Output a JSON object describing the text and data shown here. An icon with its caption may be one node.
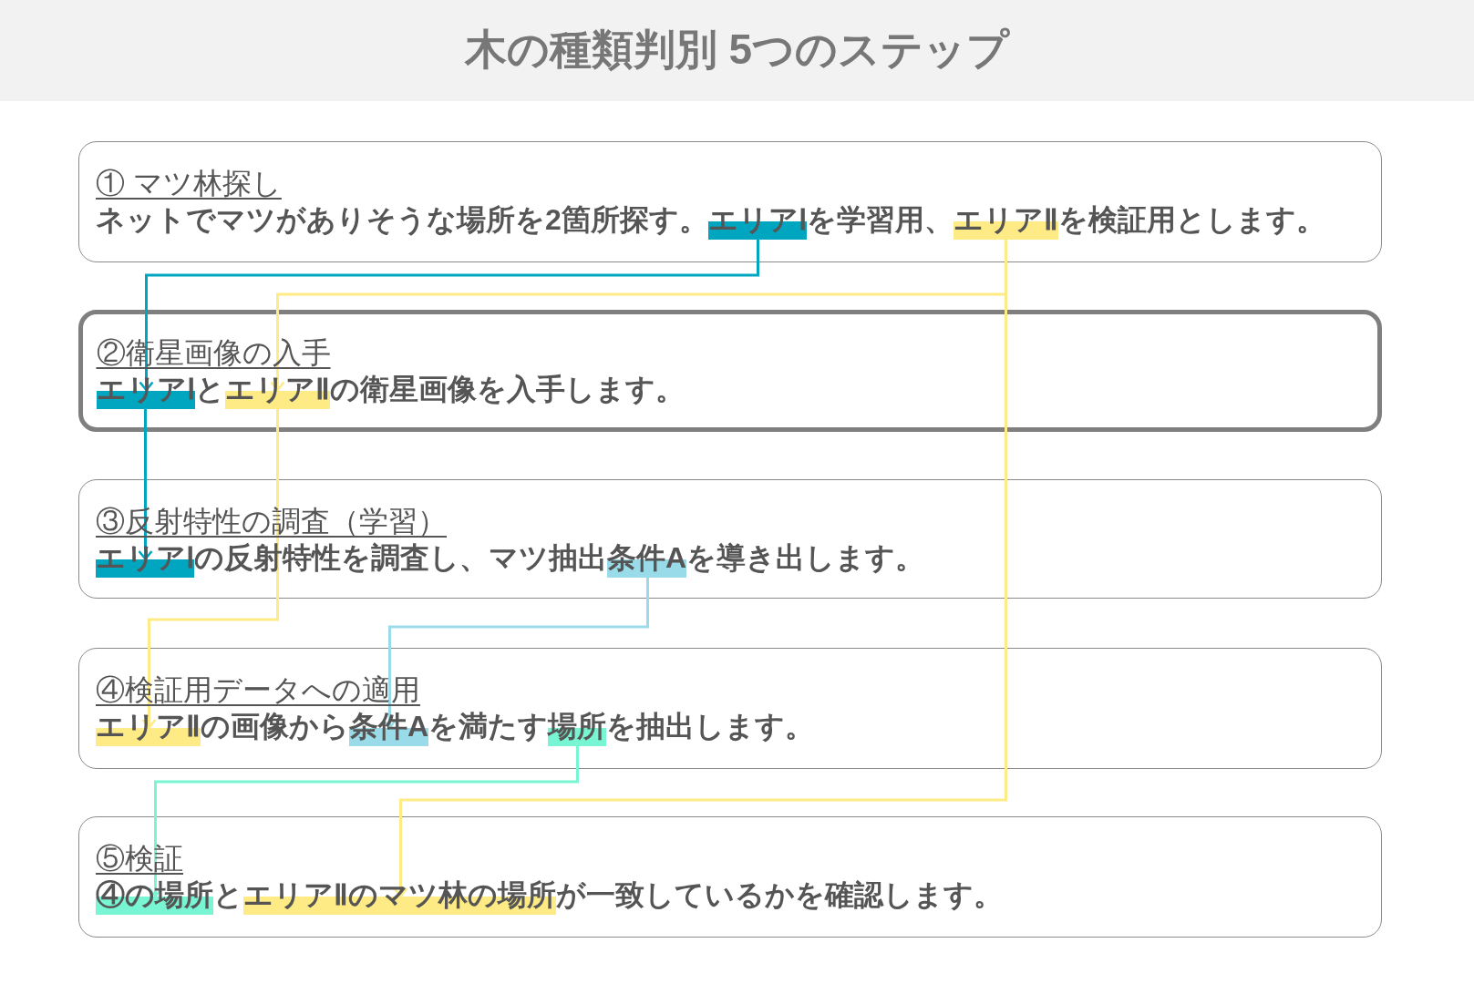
{
  "diagram": {
    "title": "木の種類判別 5つのステップ",
    "nodes": [
      {
        "text": [
          "① マツ林探し",
          "ネットでマツがありそうな場所を2箇所探す。エリアⅠを学習用、エリアⅡを検証用とします。"
        ]
      },
      {
        "text": [],
        "shape": "bar",
        "in": 0
      },
      {
        "text": [],
        "shape": "bar",
        "in": 0
      },
      {
        "text": [
          "②衛星画像の入手",
          "エリアⅠとエリアⅡの衛星画像を入手します。"
        ]
      },
      {
        "text": [],
        "shape": "bar",
        "in": 3
      },
      {
        "text": [],
        "shape": "bar",
        "in": 3
      },
      {
        "text": [
          "③反射特性の調査（学習）",
          "エリアⅠの反射特性を調査し、マツ抽出条件Aを導き出します。"
        ]
      },
      {
        "text": [],
        "shape": "bar",
        "in": 6
      },
      {
        "text": [],
        "shape": "bar",
        "in": 6
      },
      {
        "text": [
          "④検証用データへの適用",
          "エリアⅡの画像から条件Aを満たす場所を抽出します。"
        ]
      },
      {
        "text": [],
        "shape": "bar",
        "in": 9
      },
      {
        "text": [],
        "shape": "bar",
        "in": 9
      },
      {
        "text": [],
        "shape": "bar",
        "in": 9
      },
      {
        "text": [
          "⑤検証",
          "④の場所とエリアⅡのマツ林の場所が一致しているかを確認します。"
        ]
      },
      {
        "text": [],
        "shape": "bar",
        "in": 13
      },
      {
        "text": [],
        "shape": "bar",
        "in": 13
      }
    ],
    "edges": [
      {
        "from": 1,
        "to": 4,
        "arrow": "to",
        "color": "#00a5c0"
      },
      {
        "from": 4,
        "to": 7,
        "arrow": "to",
        "color": "#00a5c0"
      },
      {
        "from": 2,
        "to": 5,
        "arrow": "to",
        "color": "#ffeb85"
      },
      {
        "from": 2,
        "to": 15,
        "arrow": "to",
        "color": "#ffeb85"
      },
      {
        "from": 5,
        "to": 10,
        "arrow": "to",
        "color": "#ffeb85"
      },
      {
        "from": 8,
        "to": 11,
        "arrow": "to",
        "color": "#99dbe8"
      },
      {
        "from": 12,
        "to": 14,
        "arrow": "to",
        "color": "#78f5d2"
      }
    ]
  }
}
